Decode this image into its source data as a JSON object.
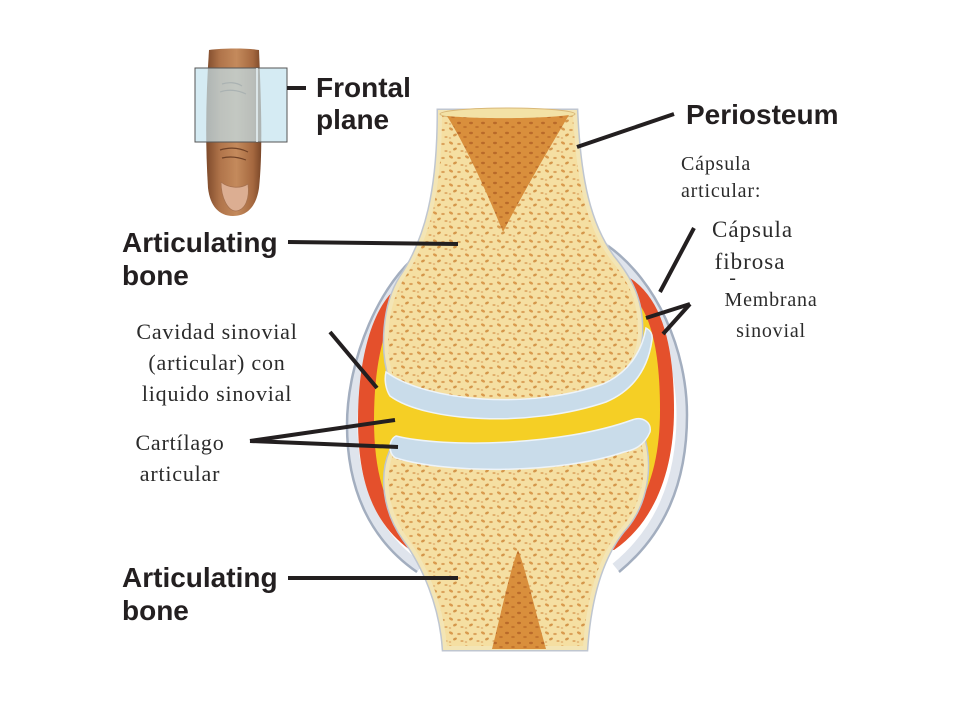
{
  "diagram": {
    "labels": {
      "frontal_plane": [
        "Frontal",
        "plane"
      ],
      "periosteum": "Periosteum",
      "articulating_bone_upper": [
        "Articulating",
        "bone"
      ],
      "capsula_articular": [
        "Cápsula",
        "articular:"
      ],
      "capsula_fibrosa": [
        "Cápsula",
        "fibrosa",
        "-"
      ],
      "membrana_sinovial": [
        "Membrana",
        "sinovial"
      ],
      "cavidad_sinovial": [
        "Cavidad sinovial",
        "(articular) con",
        "liquido sinovial"
      ],
      "cartilago_articular": [
        "Cartílago",
        "articular"
      ],
      "articulating_bone_lower": [
        "Articulating",
        "bone"
      ]
    },
    "colors": {
      "synovial_fluid": "#f5cf25",
      "synovial_membrane": "#e4502c",
      "articular_cartilage": "#c9dcea",
      "joint_capsule": "#a3aebf",
      "frontal_plane": "#c3e3ee",
      "leader_lines": "#231f20"
    }
  }
}
